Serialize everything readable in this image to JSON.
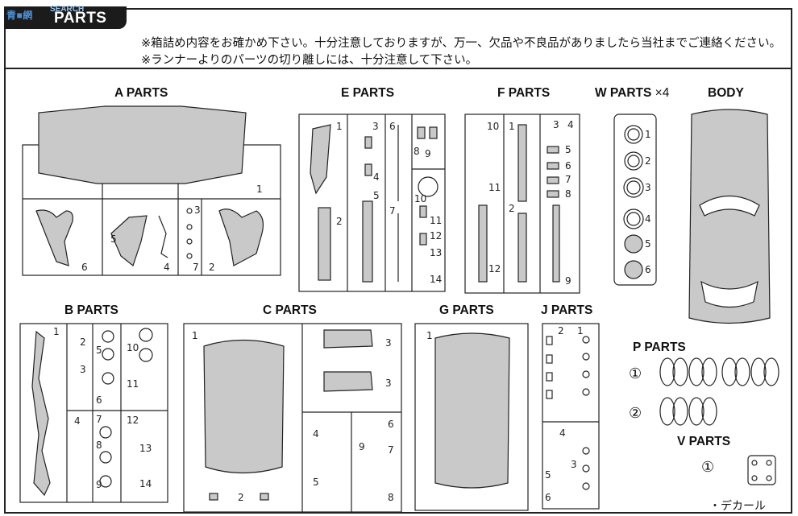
{
  "header": {
    "title": "PARTS LIST",
    "watermark": "SEARCH",
    "notice_1": "※箱詰め内容をお確かめ下さい。十分注意しておりますが、万一、欠品や不良品がありましたら当社までご連絡ください。",
    "notice_2": "※ランナーよりのパーツの切り離しには、十分注意して下さい。"
  },
  "sections": {
    "a": "A PARTS",
    "e": "E PARTS",
    "f": "F PARTS",
    "w": "W PARTS",
    "w_qty": "×4",
    "body": "BODY",
    "b": "B PARTS",
    "c": "C PARTS",
    "g": "G PARTS",
    "j": "J PARTS",
    "p": "P PARTS",
    "v": "V PARTS"
  },
  "p_items": [
    "①",
    "②"
  ],
  "v_items": [
    "①"
  ],
  "decal": "・デカール",
  "part_numbers": {
    "a": [
      "1",
      "2",
      "3",
      "4",
      "5",
      "6",
      "7"
    ],
    "e": [
      "1",
      "2",
      "3",
      "4",
      "5",
      "6",
      "7",
      "8",
      "9",
      "10",
      "11",
      "12",
      "13",
      "14"
    ],
    "f": [
      "1",
      "2",
      "3",
      "4",
      "5",
      "6",
      "7",
      "8",
      "9",
      "10",
      "11",
      "12"
    ],
    "w": [
      "1",
      "2",
      "3",
      "4",
      "5",
      "6"
    ],
    "b": [
      "1",
      "2",
      "3",
      "4",
      "5",
      "6",
      "7",
      "8",
      "9",
      "10",
      "11",
      "12",
      "13",
      "14"
    ],
    "c": [
      "1",
      "2",
      "3",
      "3",
      "4",
      "5",
      "6",
      "7",
      "8",
      "9"
    ],
    "g": [
      "1"
    ],
    "j": [
      "1",
      "2",
      "3",
      "4",
      "5",
      "6"
    ]
  },
  "colors": {
    "ink": "#222222",
    "part_fill": "#c9c9c9",
    "tab": "#1b1b1b",
    "watermark": "#4a8fd6"
  }
}
